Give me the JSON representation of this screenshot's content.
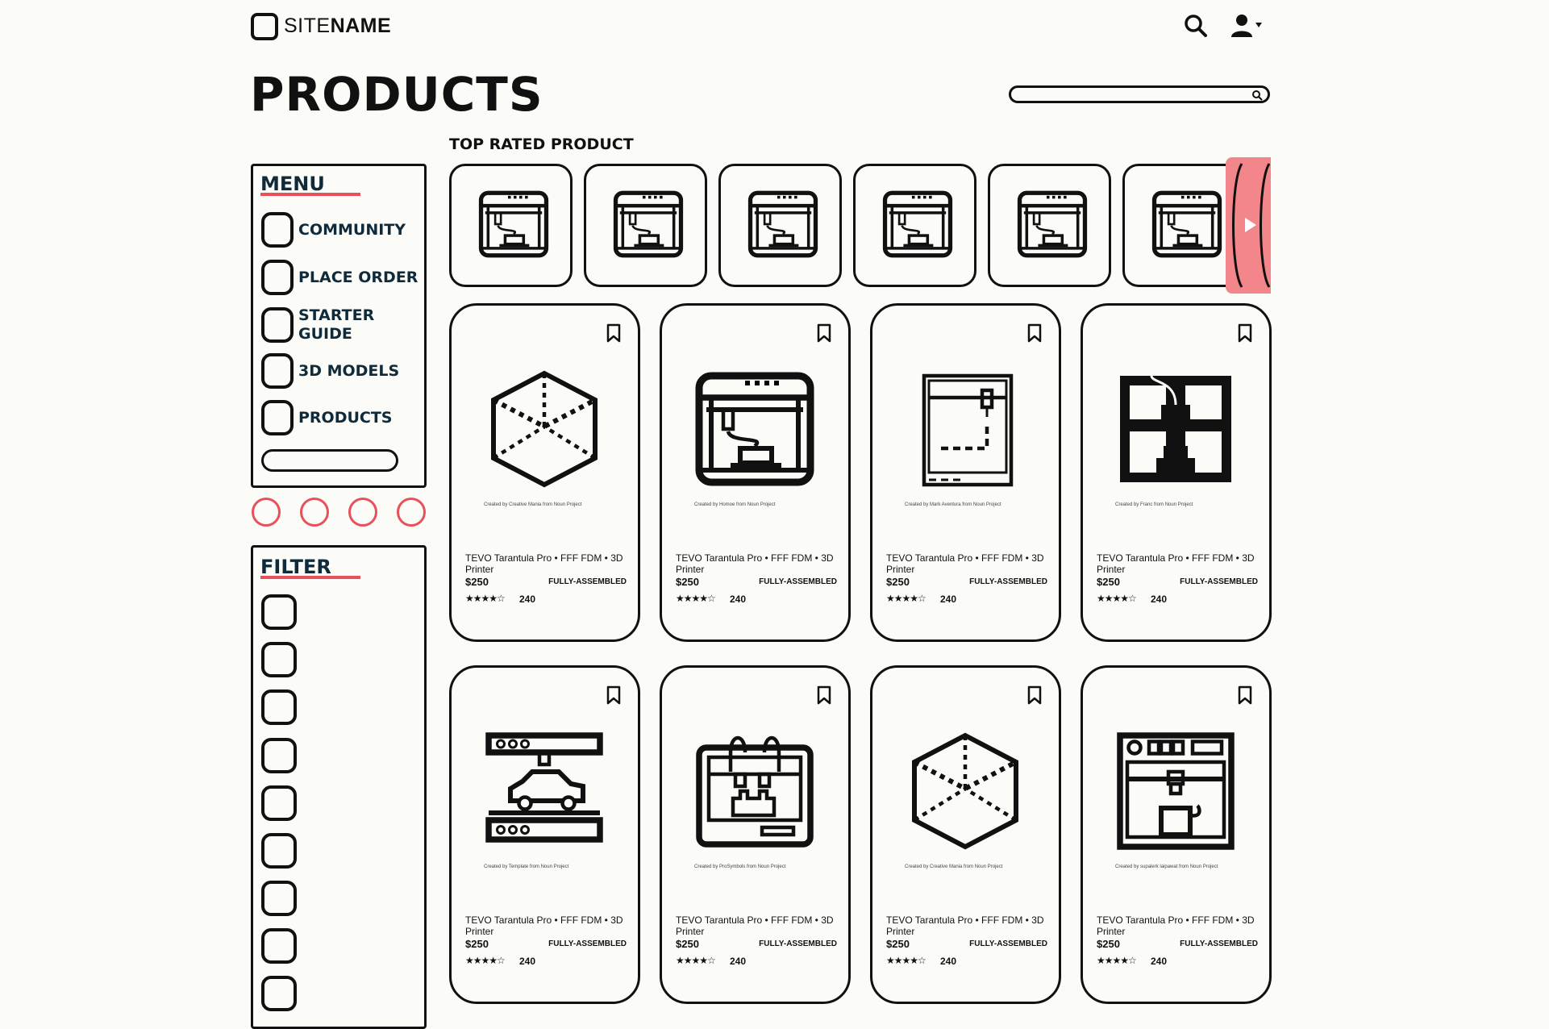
{
  "header": {
    "logo_prefix": "SITE",
    "logo_suffix": "NAME",
    "page_title": "PRODUCTS",
    "search_icon": "search-icon",
    "user_icon": "user-dropdown-icon"
  },
  "top_rated": {
    "title": "TOP RATED PRODUCT",
    "thumb_icon": "3d-printer-icon",
    "next_icon": "play-arrow-icon"
  },
  "menu": {
    "title": "MENU",
    "items": [
      {
        "label": "COMMUNITY"
      },
      {
        "label": "PLACE ORDER"
      },
      {
        "label": "STARTER GUIDE"
      },
      {
        "label": "3D MODELS"
      },
      {
        "label": "PRODUCTS"
      }
    ]
  },
  "filter": {
    "title": "FILTER"
  },
  "colors": {
    "accent": "#e8505b",
    "carousel_next": "#f2868a",
    "menu_text": "#0f2a3a"
  },
  "products": [
    {
      "title": "TEVO Tarantula Pro • FFF FDM • 3D Printer",
      "price": "$250",
      "tag": "FULLY-ASSEMBLED",
      "stars": "★★★★☆",
      "rating_count": "240",
      "credit": "Created by Creative Mania from Noun Project",
      "icon": "cube-icon"
    },
    {
      "title": "TEVO Tarantula Pro • FFF FDM • 3D Printer",
      "price": "$250",
      "tag": "FULLY-ASSEMBLED",
      "stars": "★★★★☆",
      "rating_count": "240",
      "credit": "Created by Homoe from Noun Project",
      "icon": "3d-printer-icon"
    },
    {
      "title": "TEVO Tarantula Pro • FFF FDM • 3D Printer",
      "price": "$250",
      "tag": "FULLY-ASSEMBLED",
      "stars": "★★★★☆",
      "rating_count": "240",
      "credit": "Created by Mark Aventura from Noun Project",
      "icon": "frame-printer-icon"
    },
    {
      "title": "TEVO Tarantula Pro • FFF FDM • 3D Printer",
      "price": "$250",
      "tag": "FULLY-ASSEMBLED",
      "stars": "★★★★☆",
      "rating_count": "240",
      "credit": "Created by Franc from Noun Project",
      "icon": "filled-printer-icon"
    },
    {
      "title": "TEVO Tarantula Pro • FFF FDM • 3D Printer",
      "price": "$250",
      "tag": "FULLY-ASSEMBLED",
      "stars": "★★★★☆",
      "rating_count": "240",
      "credit": "Created by Template from Noun Project",
      "icon": "car-printer-icon"
    },
    {
      "title": "TEVO Tarantula Pro • FFF FDM • 3D Printer",
      "price": "$250",
      "tag": "FULLY-ASSEMBLED",
      "stars": "★★★★☆",
      "rating_count": "240",
      "credit": "Created by ProSymbols from Noun Project",
      "icon": "dual-extruder-printer-icon"
    },
    {
      "title": "TEVO Tarantula Pro • FFF FDM • 3D Printer",
      "price": "$250",
      "tag": "FULLY-ASSEMBLED",
      "stars": "★★★★☆",
      "rating_count": "240",
      "credit": "Created by Creative Mania from Noun Project",
      "icon": "cube-icon"
    },
    {
      "title": "TEVO Tarantula Pro • FFF FDM • 3D Printer",
      "price": "$250",
      "tag": "FULLY-ASSEMBLED",
      "stars": "★★★★☆",
      "rating_count": "240",
      "credit": "Created by supalerk laipawat from Noun Project",
      "icon": "control-panel-printer-icon"
    }
  ]
}
